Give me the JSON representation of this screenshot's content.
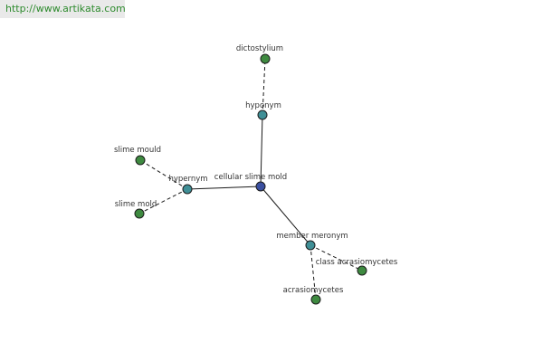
{
  "watermark": "http://www.artikata.com",
  "colors": {
    "center_node": "#3a4fa0",
    "relation_node": "#3f8f96",
    "leaf_node": "#3e8a40",
    "node_stroke": "#1c1c1c",
    "edge": "#1a1a1a",
    "background": "#ffffff"
  },
  "nodes": {
    "center": {
      "label": "cellular slime mold"
    },
    "hyponym": {
      "label": "hyponym"
    },
    "hypernym": {
      "label": "hypernym"
    },
    "member_meronym": {
      "label": "member meronym"
    },
    "dictostylium": {
      "label": "dictostylium"
    },
    "slime_mould": {
      "label": "slime mould"
    },
    "slime_mold": {
      "label": "slime mold"
    },
    "class_acrasiomycetes": {
      "label": "class acrasiomycetes"
    },
    "acrasiomycetes": {
      "label": "acrasiomycetes"
    }
  }
}
